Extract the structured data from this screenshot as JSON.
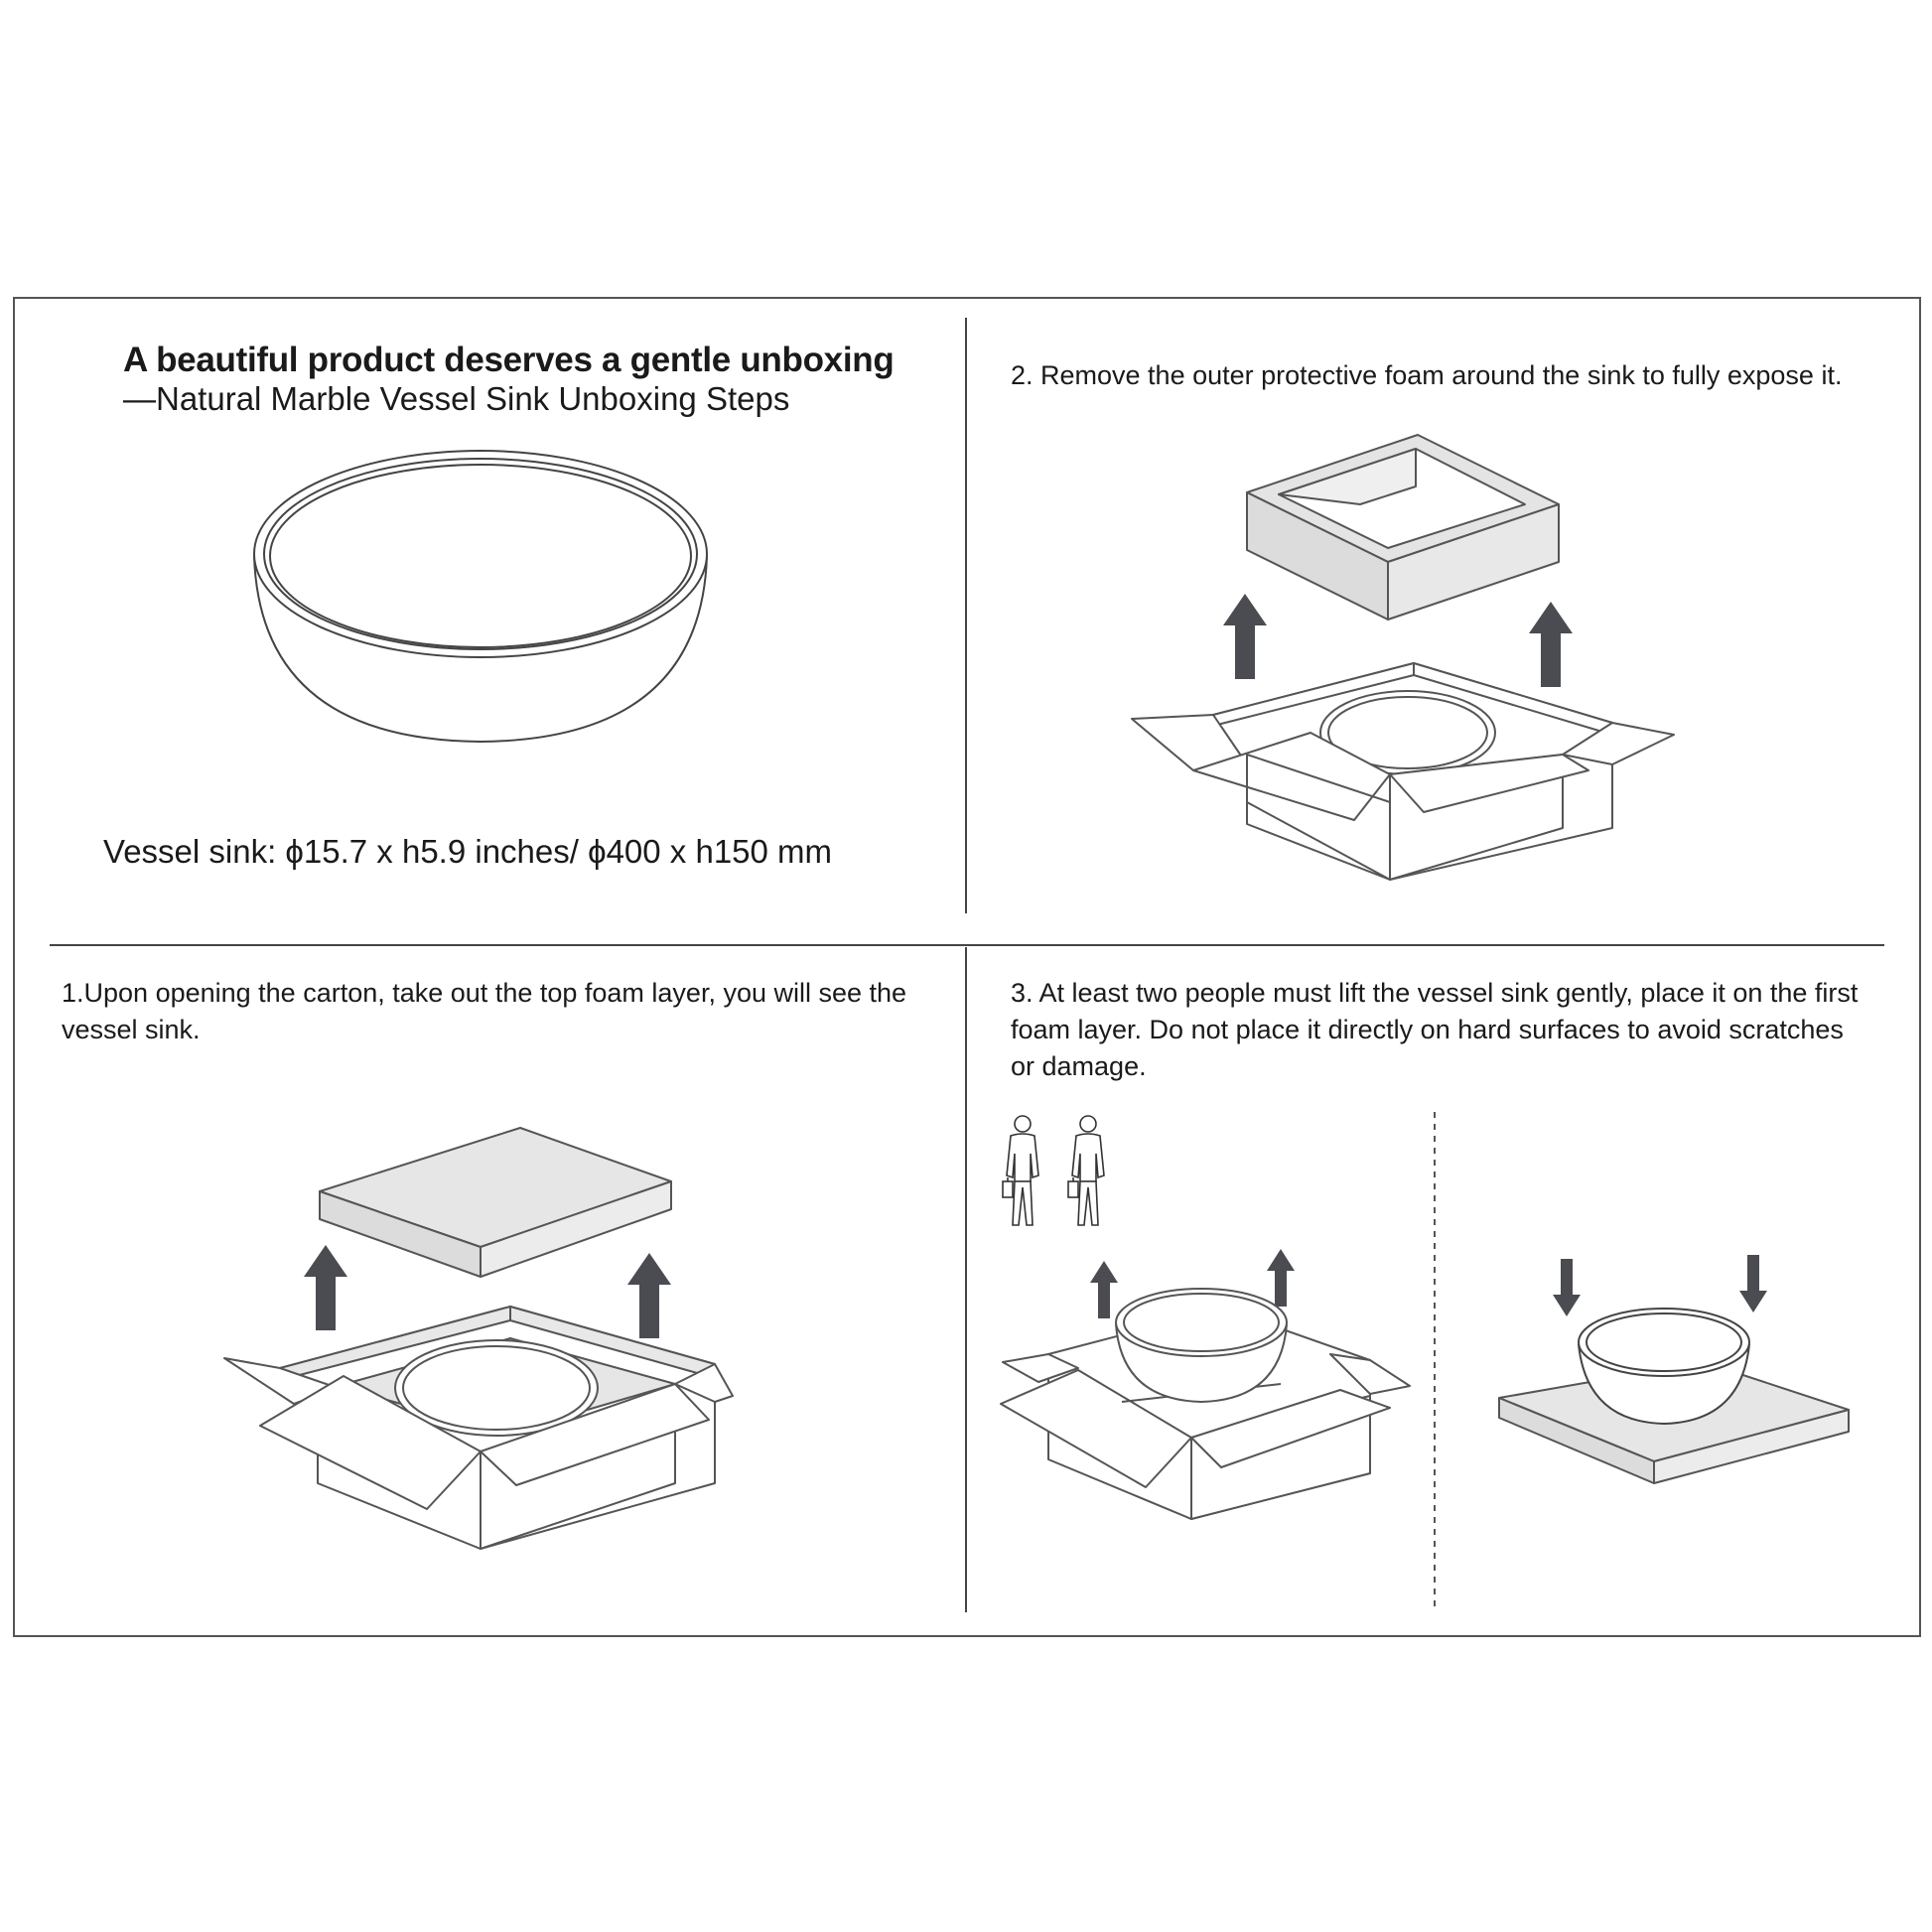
{
  "header": {
    "title": "A beautiful product deserves a gentle unboxing",
    "subtitle": "—Natural Marble Vessel Sink Unboxing Steps"
  },
  "product": {
    "spec": "Vessel sink:  ϕ15.7 x h5.9 inches/ ϕ400 x h150 mm"
  },
  "steps": {
    "step1": "1.Upon opening the carton, take out the top foam layer, you will see the vessel sink.",
    "step2": "2. Remove the outer protective foam around the sink to fully expose it.",
    "step3": "3. At least two people must lift the vessel sink gently, place it on the first foam layer. Do not place it directly on hard surfaces to avoid scratches or damage."
  },
  "colors": {
    "arrow": "#4a4c52",
    "foam": "#e6e6e6",
    "line": "#555555"
  },
  "icons": {
    "lift": "up-arrow-icon",
    "place": "down-arrow-icon",
    "people": "person-carrying-case-icon"
  }
}
